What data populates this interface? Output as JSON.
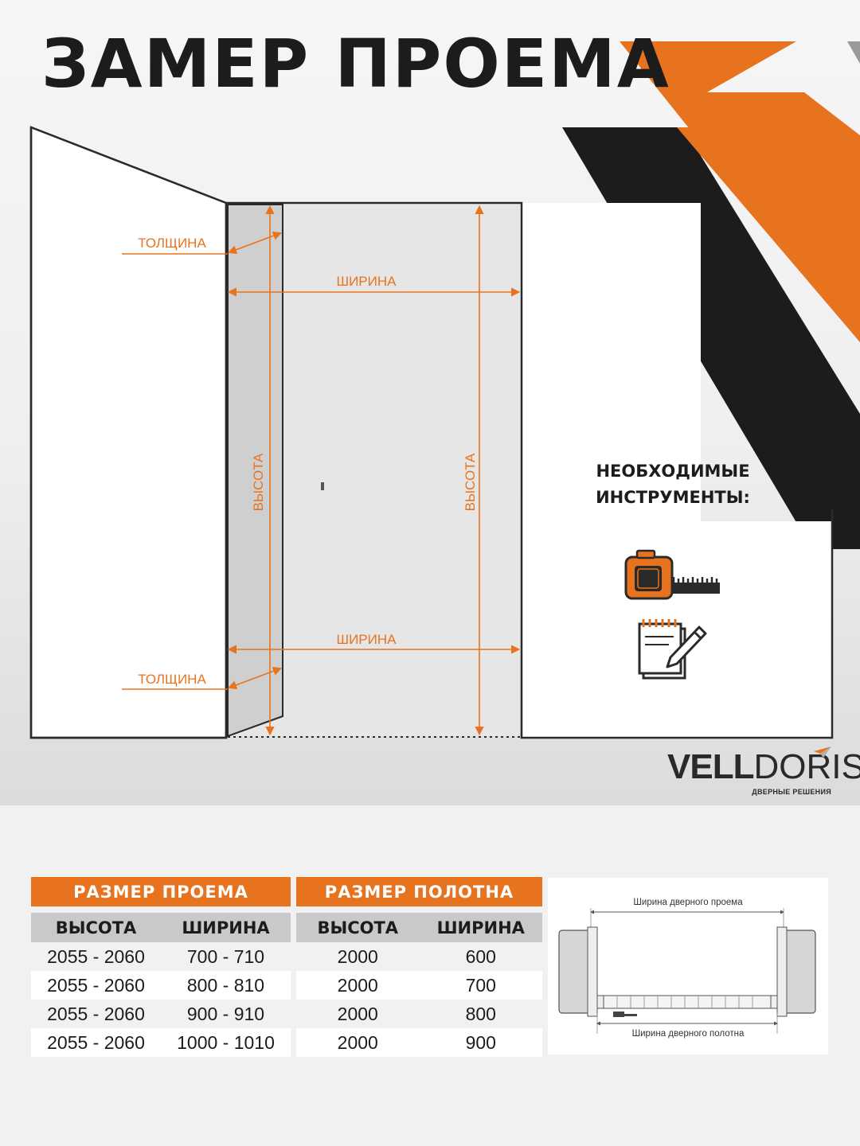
{
  "title": "ЗАМЕР ПРОЕМА",
  "labels": {
    "thickness": "ТОЛЩИНА",
    "width": "ШИРИНА",
    "height": "ВЫСОТА"
  },
  "tools": {
    "heading_line1": "НЕОБХОДИМЫЕ",
    "heading_line2": "ИНСТРУМЕНТЫ:",
    "items": [
      "tape-measure-icon",
      "notepad-pencil-icon"
    ]
  },
  "brand": {
    "name_part1": "VELL",
    "name_part2": "DORIS",
    "tagline": "ДВЕРНЫЕ РЕШЕНИЯ"
  },
  "colors": {
    "accent": "#e8731f",
    "dark": "#1c1c1c",
    "header_gray": "#c9c9c9"
  },
  "opening_table": {
    "title": "РАЗМЕР ПРОЕМА",
    "columns": [
      "ВЫСОТА",
      "ШИРИНА"
    ],
    "rows": [
      [
        "2055 - 2060",
        "700 - 710"
      ],
      [
        "2055 - 2060",
        "800 - 810"
      ],
      [
        "2055 - 2060",
        "900 - 910"
      ],
      [
        "2055 - 2060",
        "1000 - 1010"
      ]
    ]
  },
  "leaf_table": {
    "title": "РАЗМЕР ПОЛОТНА",
    "columns": [
      "ВЫСОТА",
      "ШИРИНА"
    ],
    "rows": [
      [
        "2000",
        "600"
      ],
      [
        "2000",
        "700"
      ],
      [
        "2000",
        "800"
      ],
      [
        "2000",
        "900"
      ]
    ]
  },
  "diagram": {
    "opening_label": "Ширина дверного проема",
    "leaf_label": "Ширина дверного полотна"
  }
}
